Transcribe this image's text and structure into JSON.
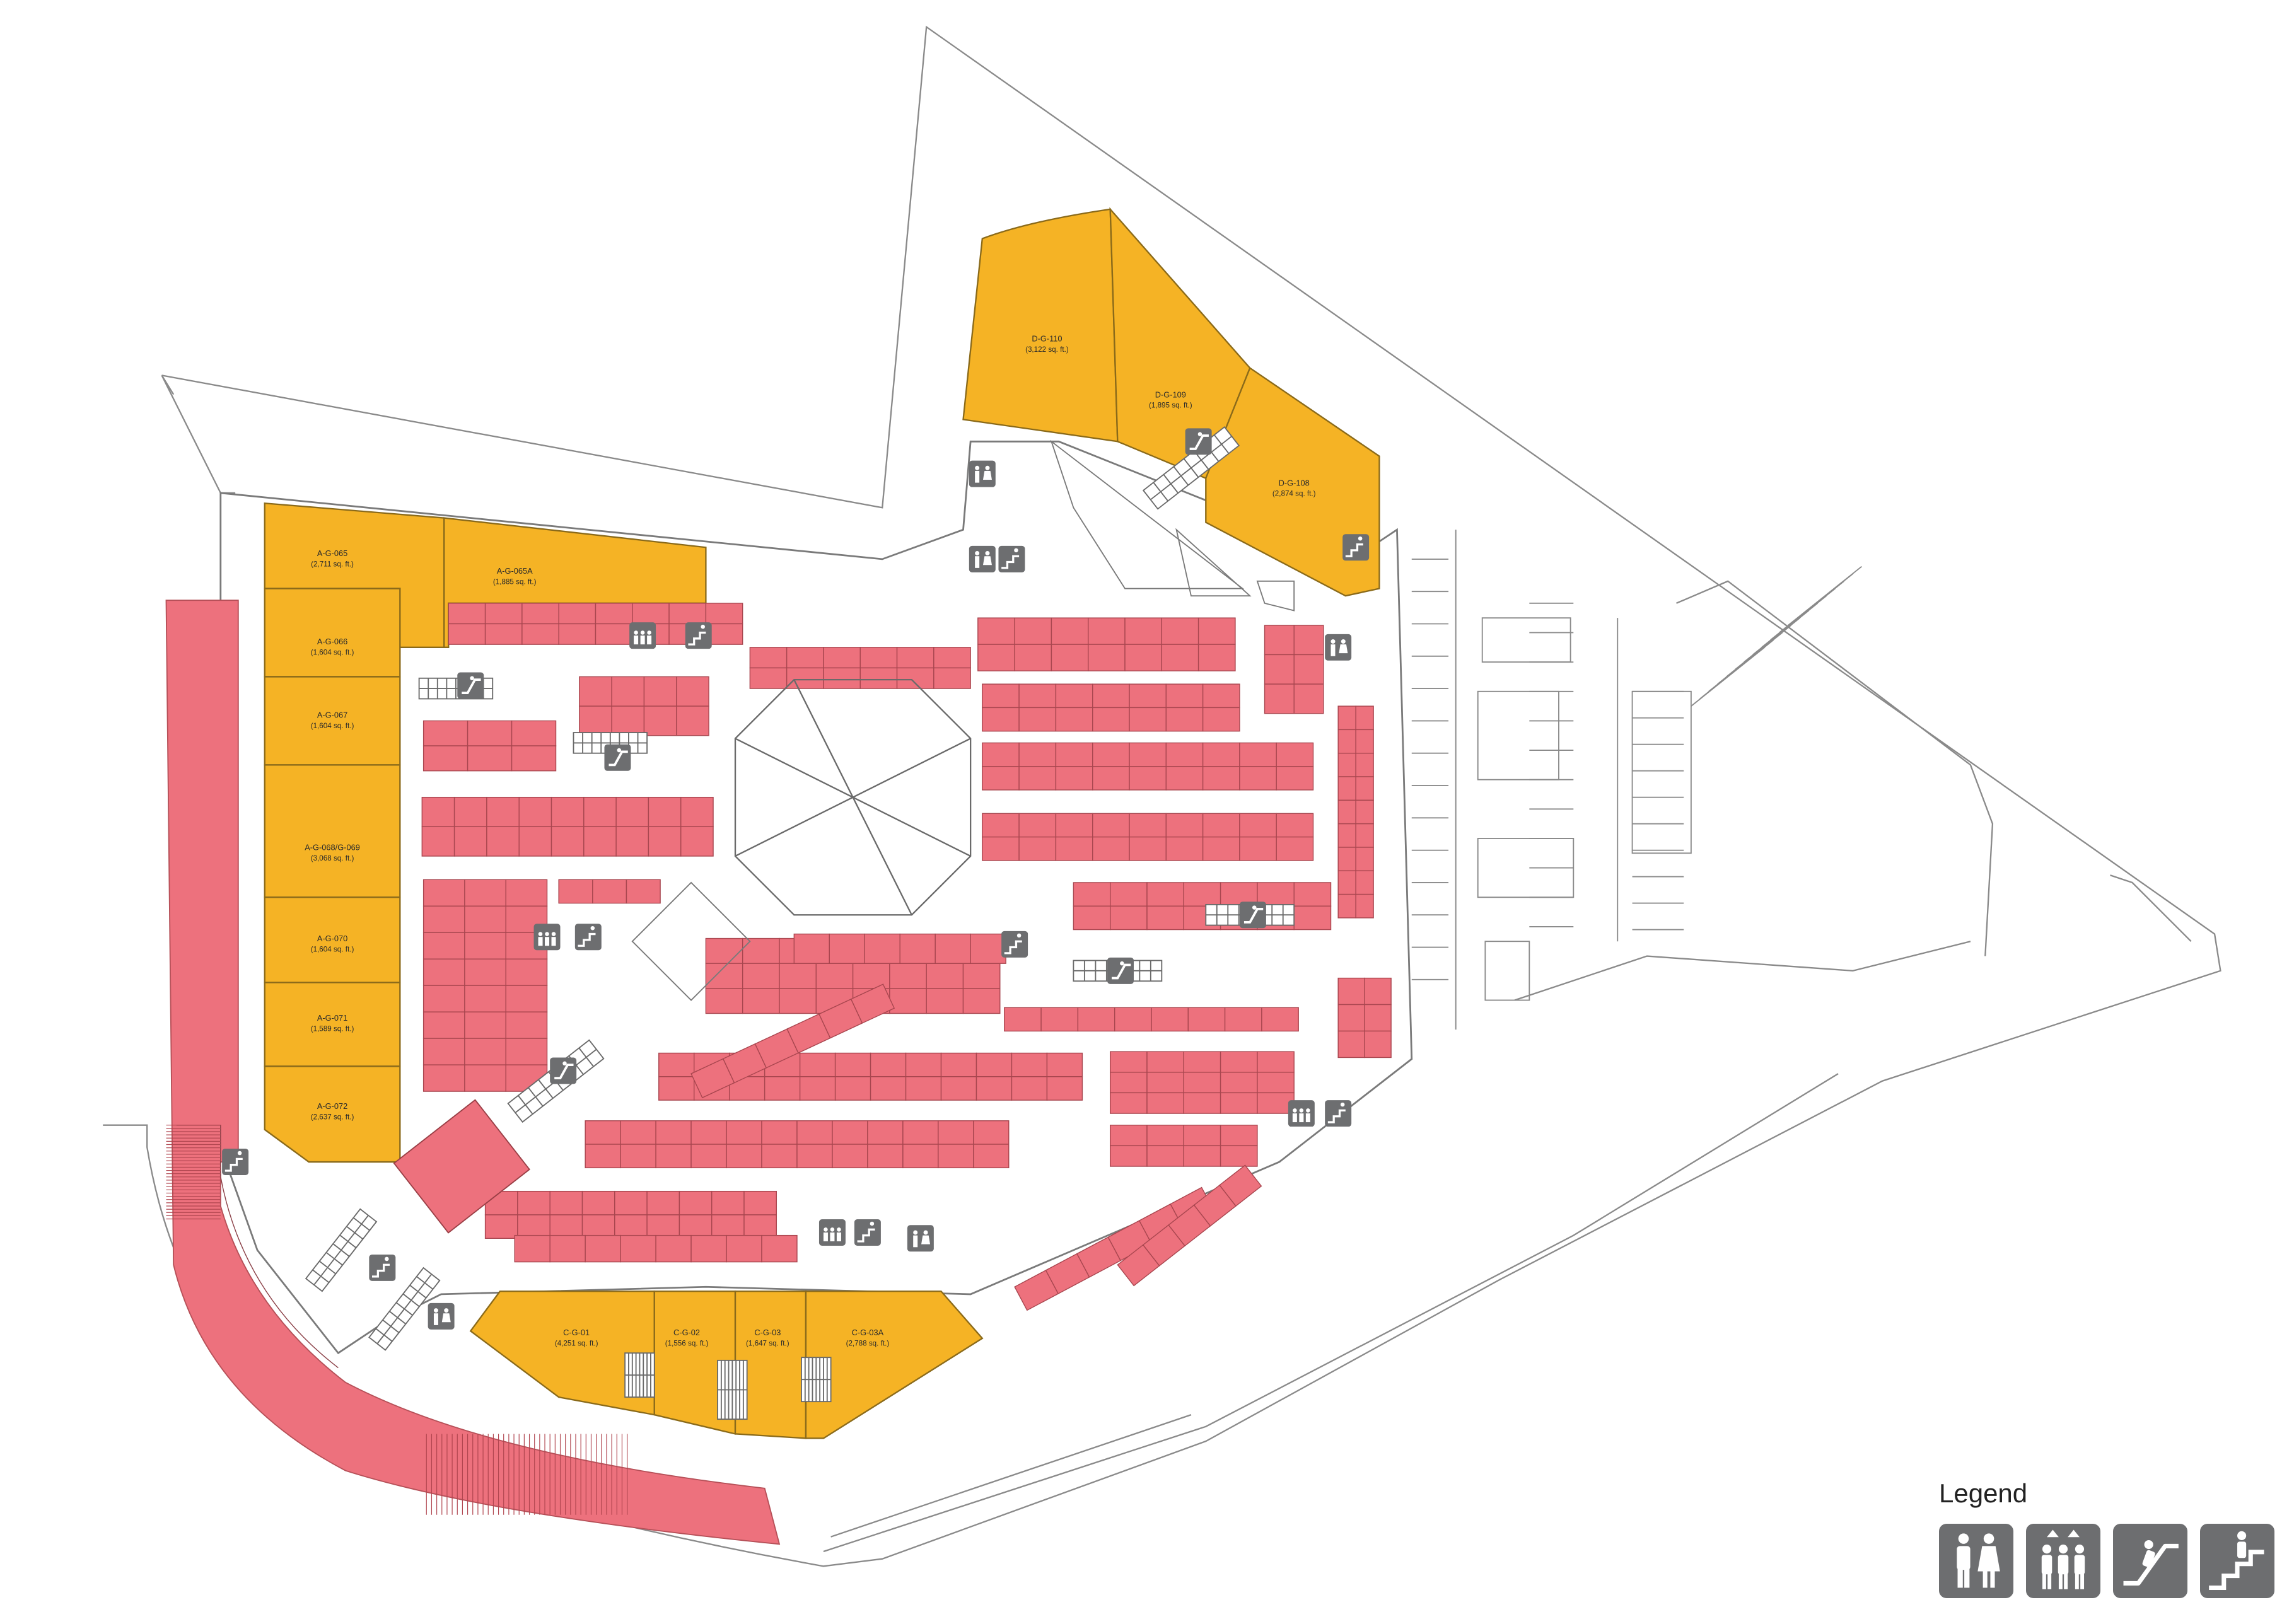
{
  "legend": {
    "title": "Legend",
    "icons": [
      {
        "name": "restroom-icon",
        "meaning": "restrooms"
      },
      {
        "name": "lift-icon",
        "meaning": "lift"
      },
      {
        "name": "escalator-icon",
        "meaning": "escalator"
      },
      {
        "name": "staircase-icon",
        "meaning": "staircase"
      }
    ]
  },
  "colors": {
    "anchor": "#f5b325",
    "stall": "#ed717d",
    "icon": "#6d6e70",
    "line": "#6e6e6e",
    "corridor": "#ffffff"
  },
  "anchors": [
    {
      "id": "a065",
      "name": "A-G-065",
      "area": "(2,711 sq. ft.)"
    },
    {
      "id": "a065a",
      "name": "A-G-065A",
      "area": "(1,885 sq. ft.)"
    },
    {
      "id": "a066",
      "name": "A-G-066",
      "area": "(1,604 sq. ft.)"
    },
    {
      "id": "a067",
      "name": "A-G-067",
      "area": "(1,604 sq. ft.)"
    },
    {
      "id": "a068",
      "name": "A-G-068/G-069",
      "area": "(3,068 sq. ft.)"
    },
    {
      "id": "a070",
      "name": "A-G-070",
      "area": "(1,604 sq. ft.)"
    },
    {
      "id": "a071",
      "name": "A-G-071",
      "area": "(1,589 sq. ft.)"
    },
    {
      "id": "a072",
      "name": "A-G-072",
      "area": "(2,637 sq. ft.)"
    },
    {
      "id": "d110",
      "name": "D-G-110",
      "area": "(3,122 sq. ft.)"
    },
    {
      "id": "d109",
      "name": "D-G-109",
      "area": "(1,895 sq. ft.)"
    },
    {
      "id": "d108",
      "name": "D-G-108",
      "area": "(2,874 sq. ft.)"
    },
    {
      "id": "c01",
      "name": "C-G-01",
      "area": "(4,251 sq. ft.)"
    },
    {
      "id": "c02",
      "name": "C-G-02",
      "area": "(1,556 sq. ft.)"
    },
    {
      "id": "c03",
      "name": "C-G-03",
      "area": "(1,647 sq. ft.)"
    },
    {
      "id": "c03a",
      "name": "C-G-03A",
      "area": "(2,788 sq. ft.)"
    }
  ]
}
